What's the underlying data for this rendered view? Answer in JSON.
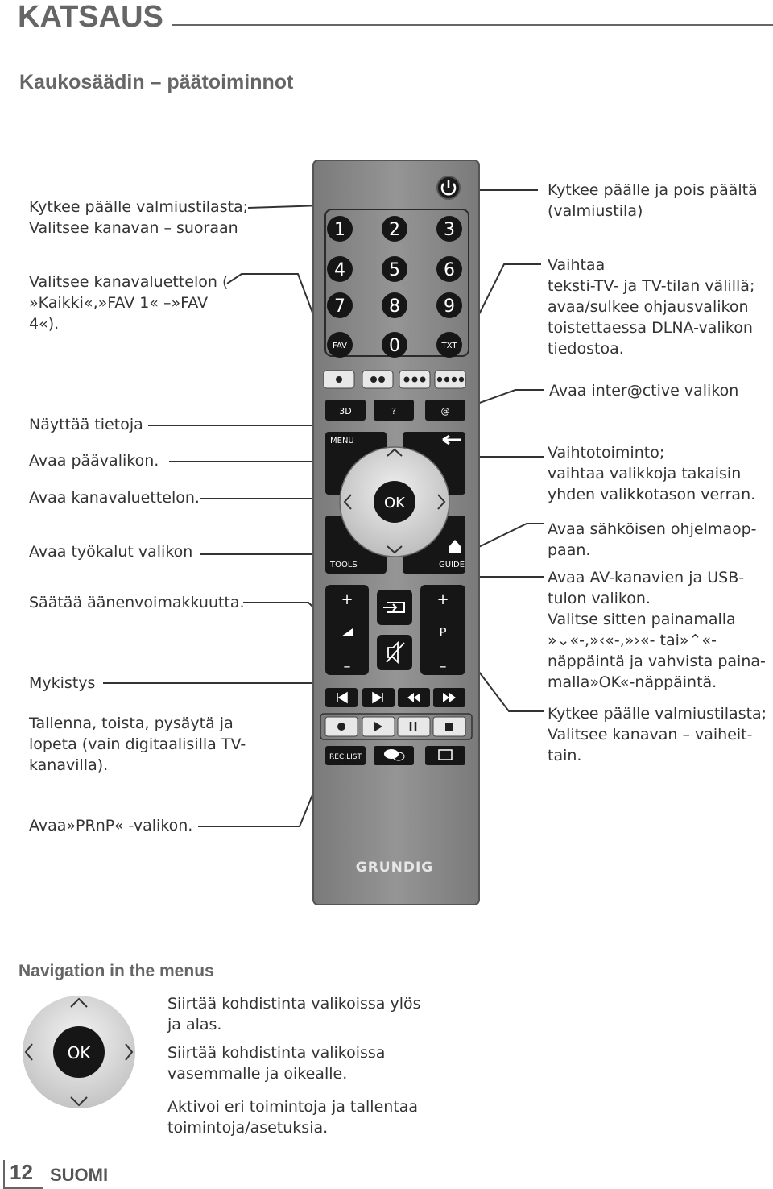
{
  "page": {
    "header": "KATSAUS",
    "subtitle": "Kaukosäädin – päätoiminnot",
    "footer_page": "12",
    "footer_lang": "SUOMI"
  },
  "left_labels": {
    "power_standby": [
      "Kytkee päälle valmiustilasta;",
      "Valitsee kanavan – suoraan"
    ],
    "fav": [
      "Valitsee kanavaluettelon (",
      "»Kaikki«,»FAV 1« –»FAV",
      "4«)."
    ],
    "info": [
      "Näyttää tietoja"
    ],
    "menu": [
      "Avaa päävalikon."
    ],
    "ok": [
      "Avaa kanavaluettelon."
    ],
    "tools": [
      "Avaa työkalut valikon"
    ],
    "volume": [
      "Säätää äänenvoimakkuutta."
    ],
    "mute": [
      "Mykistys"
    ],
    "playback": [
      "Tallenna, toista, pysäytä ja",
      "lopeta (vain digitaalisilla TV-",
      "kanavilla)."
    ],
    "reclist": [
      "Avaa»PRnP« -valikon."
    ]
  },
  "right_labels": {
    "power": [
      "Kytkee päälle ja pois päältä",
      "(valmiustila)"
    ],
    "txt": [
      "Vaihtaa",
      "teksti-TV- ja TV-tilan välillä;",
      "avaa/sulkee ohjausvalikon",
      "toistettaessa DLNA-valikon",
      "tiedostoa."
    ],
    "interactive": [
      "Avaa inter@ctive valikon"
    ],
    "back": [
      "Vaihtotoiminto;",
      "vaihtaa valikkoja takaisin",
      "yhden valikkotason verran."
    ],
    "guide": [
      "Avaa sähköisen ohjelmaop-",
      "paan."
    ],
    "source": [
      "Avaa AV-kanavien ja USB-",
      "tulon valikon.",
      "Valitse sitten painamalla",
      "»⌄«-,»‹«-,»›«- tai»⌃«-",
      "näppäintä ja vahvista paina-",
      "malla»OK«-näppäintä."
    ],
    "channel": [
      "Kytkee päälle valmiustilasta;",
      "Valitsee kanavan – vaiheit-",
      "tain."
    ]
  },
  "remote": {
    "digits": [
      "1",
      "2",
      "3",
      "4",
      "5",
      "6",
      "7",
      "8",
      "9",
      "0"
    ],
    "fav": "FAV",
    "txt": "TXT",
    "three_d": "3D",
    "question": "?",
    "at": "@",
    "menu": "MENU",
    "ok": "OK",
    "tools": "TOOLS",
    "guide": "GUIDE",
    "plus": "+",
    "minus": "–",
    "p": "P",
    "reclist": "REC.LIST",
    "brand": "GRUNDIG"
  },
  "navigation": {
    "title": "Navigation in the menus",
    "ok": "OK",
    "up_down": [
      "Siirtää kohdistinta valikoissa ylös",
      "ja alas."
    ],
    "left_right": [
      "Siirtää kohdistinta valikoissa",
      "vasemmalle ja oikealle."
    ],
    "ok_desc": [
      "Aktivoi eri toimintoja ja tallentaa",
      "toimintoja/asetuksia."
    ]
  },
  "colors": {
    "remote_body": "#8c8c8c",
    "button": "#161616",
    "ok_ring": "#d4d4d4",
    "heading_gray": "#666666"
  }
}
